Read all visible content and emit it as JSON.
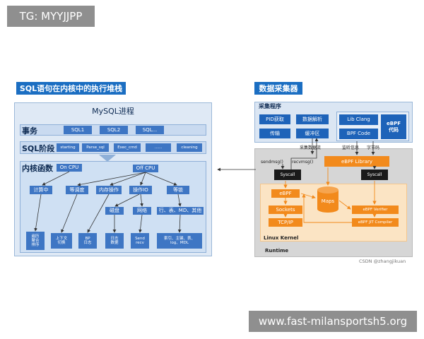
{
  "watermark_top": "TG: MYYJJPP",
  "watermark_bottom": "www.fast-milansportsh5.org",
  "credit": "CSDN @zhangjikuan",
  "left": {
    "title": "SQL语句在内核中的执行堆栈",
    "mysql": "MySQL进程",
    "transaction": {
      "label": "事务",
      "items": [
        "SQL1",
        "SQL2",
        "SQL..."
      ]
    },
    "stage": {
      "label": "SQL阶段",
      "items": [
        "starting",
        "Parse_sql",
        "Exec_cmd",
        "......",
        "cleaning"
      ]
    },
    "kernel": {
      "label": "内核函数",
      "on_cpu": "On CPU",
      "off_cpu": "Off CPU",
      "calc": "计算中",
      "wait": "等调度",
      "mem": "内存操作",
      "io": "操作IO",
      "lock": "等锁",
      "disk": "磁盘",
      "net": "网络",
      "locks_detail": "行、表、MD、其他",
      "leaf_agg": "遍历\n聚合\n排序",
      "leaf_ctx": "上下文\n切换",
      "leaf_bp": "BP\n日志",
      "leaf_log": "日志\n数据",
      "leaf_send": "Send\nrecv",
      "leaf_lock": "索引、主键、表、\nlog、MDL"
    }
  },
  "right": {
    "title": "数据采集器",
    "collector": "采集程序",
    "pid": "PID获取",
    "parse": "数据解析",
    "transfer": "传输",
    "buffer": "缓冲区",
    "libclang": "Lib Clang",
    "bpfcode": "BPF Code",
    "ebpf_code": "eBPF\n代码",
    "stream_label": "采集数据流",
    "monitor_label": "监听信息",
    "bytecode_label": "字节码",
    "sendmsg": "sendmsg()",
    "recvmsg": "recvmsg()",
    "syscall1": "Syscall",
    "syscall2": "Syscall",
    "library": "eBPF Library",
    "ebpf": "eBPF",
    "sockets": "Sockets",
    "tcpip": "TCP/IP",
    "maps": "Maps",
    "verifier": "eBPF Verifier",
    "jit": "eBPF JIT Compiler",
    "linux": "Linux  Kernel",
    "runtime": "Runtime"
  }
}
